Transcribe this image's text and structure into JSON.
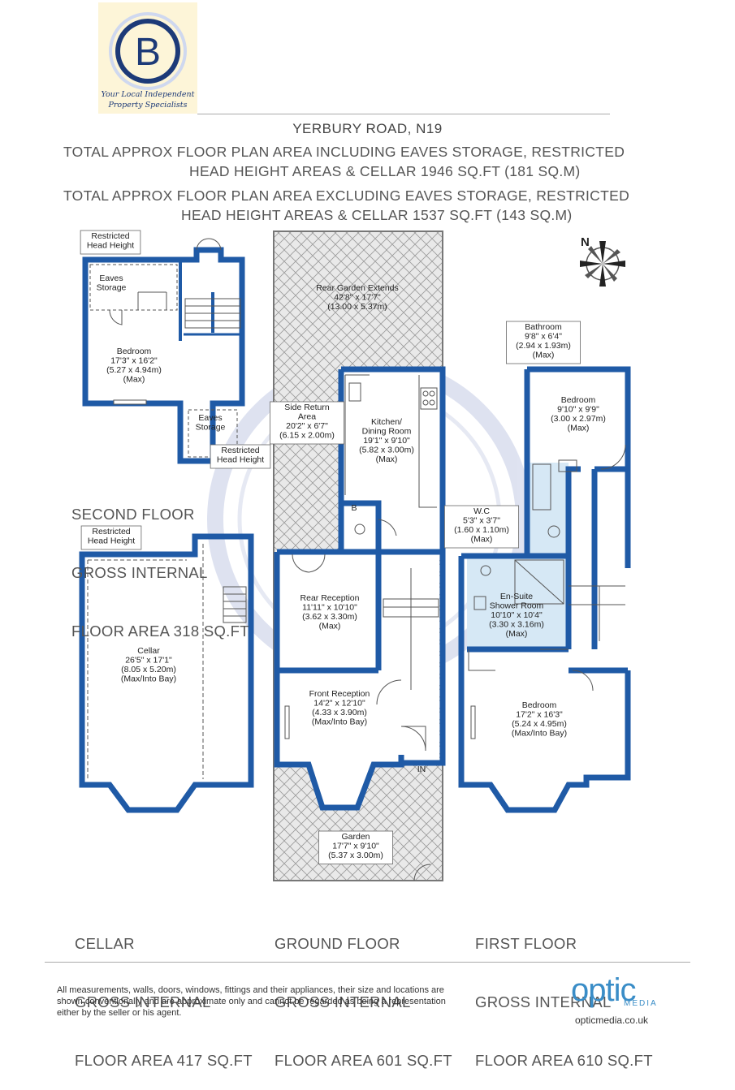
{
  "logo": {
    "letter": "B",
    "tagline_1": "Your Local Independent",
    "tagline_2": "Property Specialists"
  },
  "header": {
    "address": "YERBURY ROAD, N19",
    "incl_line_1": "TOTAL APPROX FLOOR PLAN AREA INCLUDING EAVES STORAGE, RESTRICTED",
    "incl_line_2": "HEAD HEIGHT AREAS & CELLAR 1946 SQ.FT (181 SQ.M)",
    "excl_line_1": "TOTAL APPROX FLOOR PLAN AREA EXCLUDING EAVES STORAGE, RESTRICTED",
    "excl_line_2": "HEAD HEIGHT AREAS & CELLAR 1537 SQ.FT (143 SQ.M)"
  },
  "compass_label": "N",
  "rooms": {
    "restricted_top": [
      "Restricted",
      "Head Height"
    ],
    "eaves_1": [
      "Eaves",
      "Storage"
    ],
    "bedroom_2f": [
      "Bedroom",
      "17'3\" x 16'2\"",
      "(5.27 x 4.94m)",
      "(Max)"
    ],
    "eaves_2": [
      "Eaves",
      "Storage"
    ],
    "restricted_2f_bottom": [
      "Restricted",
      "Head Height"
    ],
    "restricted_cellar": [
      "Restricted",
      "Head Height"
    ],
    "cellar": [
      "Cellar",
      "26'5\" x 17'1\"",
      "(8.05 x 5.20m)",
      "(Max/Into Bay)"
    ],
    "rear_garden": [
      "Rear Garden Extends",
      "42'8\" x 17'7\"",
      "(13.00 x 5.37m)"
    ],
    "side_return": [
      "Side Return",
      "Area",
      "20'2\" x 6'7\"",
      "(6.15 x 2.00m)"
    ],
    "kitchen": [
      "Kitchen/",
      "Dining Room",
      "19'1\" x 9'10\"",
      "(5.82 x 3.00m)",
      "(Max)"
    ],
    "wc": [
      "W.C",
      "5'3\" x 3'7\"",
      "(1.60 x 1.10m)",
      "(Max)"
    ],
    "boiler": "B",
    "rear_reception": [
      "Rear Reception",
      "11'11\" x 10'10\"",
      "(3.62 x 3.30m)",
      "(Max)"
    ],
    "front_reception": [
      "Front Reception",
      "14'2\" x 12'10\"",
      "(4.33 x 3.90m)",
      "(Max/Into Bay)"
    ],
    "entrance": "IN",
    "garden": [
      "Garden",
      "17'7\" x 9'10\"",
      "(5.37 x 3.00m)"
    ],
    "bathroom": [
      "Bathroom",
      "9'8\" x 6'4\"",
      "(2.94 x 1.93m)",
      "(Max)"
    ],
    "bedroom_1f_rear": [
      "Bedroom",
      "9'10\" x 9'9\"",
      "(3.00 x 2.97m)",
      "(Max)"
    ],
    "ensuite": [
      "En-Suite",
      "Shower Room",
      "10'10\" x 10'4\"",
      "(3.30 x 3.16m)",
      "(Max)"
    ],
    "bedroom_1f_front": [
      "Bedroom",
      "17'2\" x 16'3\"",
      "(5.24 x 4.95m)",
      "(Max/Into Bay)"
    ]
  },
  "floors": {
    "second": [
      "SECOND FLOOR",
      "GROSS INTERNAL",
      "FLOOR AREA 318 SQ.FT"
    ],
    "cellar": [
      "CELLAR",
      "GROSS INTERNAL",
      "FLOOR AREA 417 SQ.FT"
    ],
    "ground": [
      "GROUND FLOOR",
      "GROSS INTERNAL",
      "FLOOR AREA 601 SQ.FT"
    ],
    "first": [
      "FIRST FLOOR",
      "GROSS INTERNAL",
      "FLOOR AREA 610 SQ.FT"
    ]
  },
  "footer": {
    "disclaimer_1": "All measurements, walls, doors, windows, fittings and their appliances, their size and locations are",
    "disclaimer_2": "shown conventionally and are approximate only and cannot be regarded as being a representation",
    "disclaimer_3": "either by the seller or his agent.",
    "brand": "optic",
    "brand_sub": "MEDIA",
    "url": "opticmedia.co.uk"
  },
  "colors": {
    "wall": "#1f5aa6",
    "hatch": "#8a8a8a",
    "bath_fill": "#d6e8f5",
    "watermark": "#c9cfe6"
  }
}
